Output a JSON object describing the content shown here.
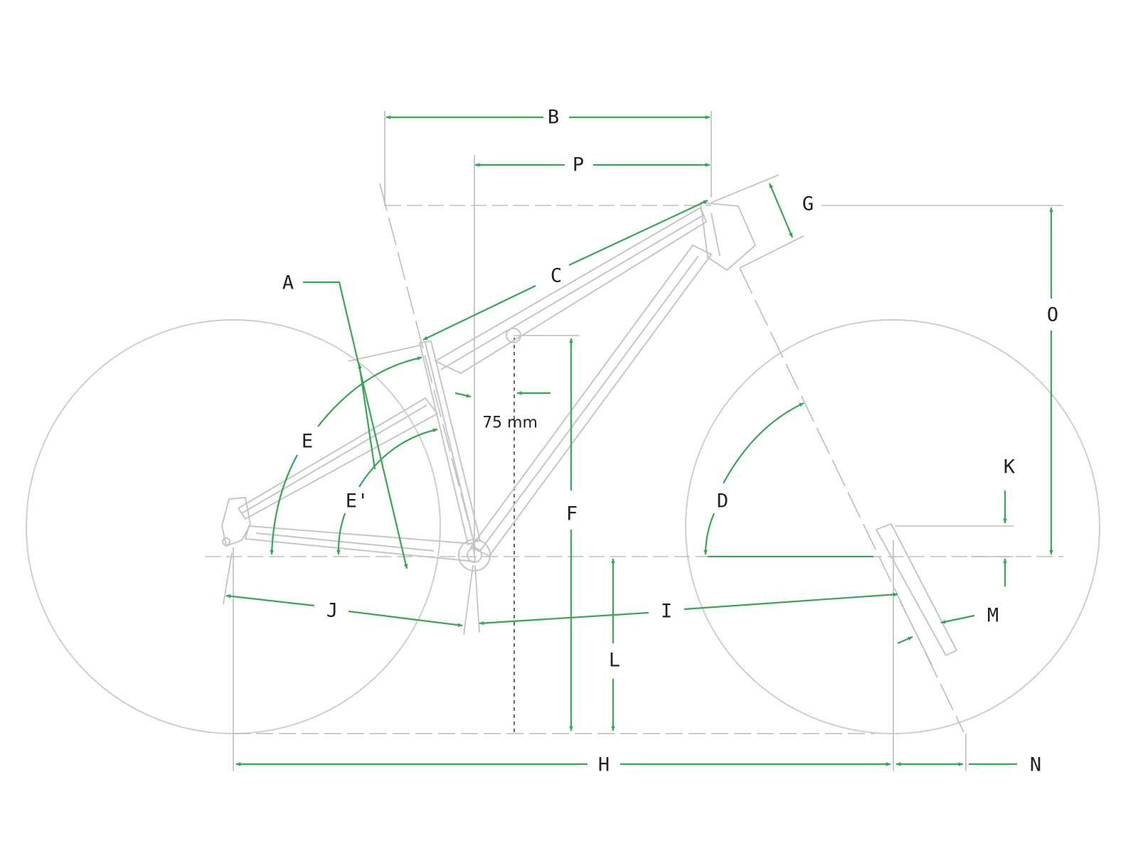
{
  "diagram": {
    "colors": {
      "dimension": "#34a853",
      "frame": "#c6c6c6",
      "guide": "#bdbdbd",
      "label": "#222222"
    },
    "labels": {
      "A": "A",
      "B": "B",
      "C": "C",
      "D": "D",
      "E": "E",
      "E_prime": "E'",
      "F": "F",
      "G": "G",
      "H": "H",
      "I": "I",
      "J": "J",
      "K": "K",
      "L": "L",
      "M": "M",
      "N": "N",
      "O": "O",
      "P": "P"
    },
    "offset_note": "75 mm"
  }
}
